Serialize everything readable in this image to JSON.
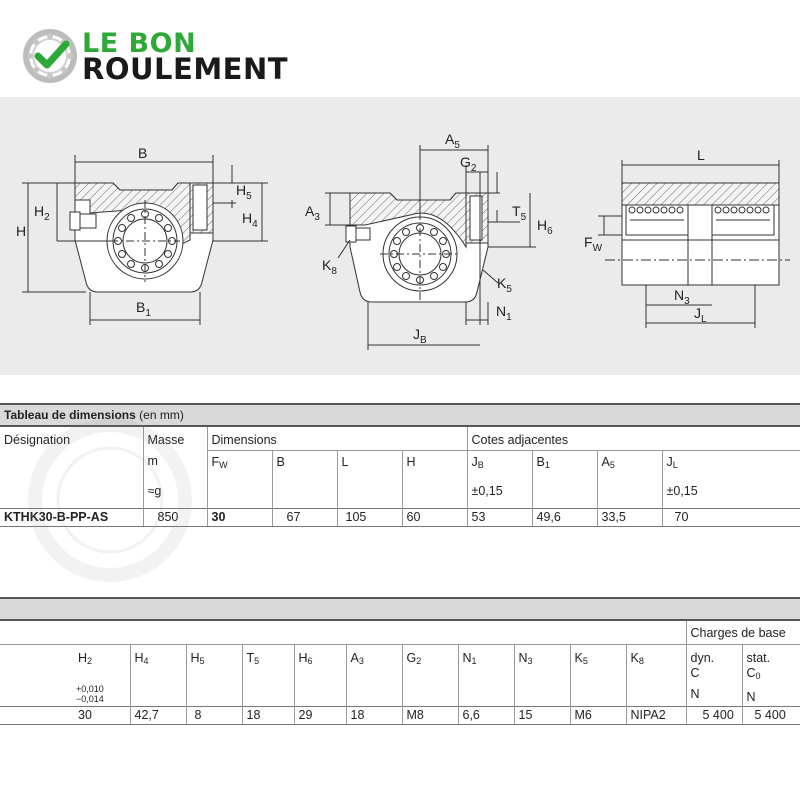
{
  "logo": {
    "line1": "LE BON",
    "line2": "ROULEMENT",
    "icon": "bearing-check-icon",
    "green": "#2ea836",
    "dark": "#1a1a1a"
  },
  "drawing_labels": {
    "B": "B",
    "B1": "B",
    "B1_sub": "1",
    "H": "H",
    "H2": "H",
    "H2_sub": "2",
    "H4": "H",
    "H4_sub": "4",
    "H5": "H",
    "H5_sub": "5",
    "A5": "A",
    "A5_sub": "5",
    "G2": "G",
    "G2_sub": "2",
    "A3": "A",
    "A3_sub": "3",
    "T5": "T",
    "T5_sub": "5",
    "H6": "H",
    "H6_sub": "6",
    "K8": "K",
    "K8_sub": "8",
    "K5": "K",
    "K5_sub": "5",
    "N1": "N",
    "N1_sub": "1",
    "JB": "J",
    "JB_sub": "B",
    "L": "L",
    "FW": "F",
    "FW_sub": "W",
    "N3": "N",
    "N3_sub": "3",
    "JL": "J",
    "JL_sub": "L"
  },
  "table1": {
    "title": "Tableau de dimensions",
    "title_unit": "(en mm)",
    "h_designation": "Désignation",
    "h_masse": "Masse",
    "h_masse_m": "m",
    "h_masse_unit": "≈g",
    "h_dimensions": "Dimensions",
    "h_cotes": "Cotes adjacentes",
    "cols": [
      {
        "main": "F",
        "sub": "W",
        "tol": ""
      },
      {
        "main": "B",
        "sub": "",
        "tol": ""
      },
      {
        "main": "L",
        "sub": "",
        "tol": ""
      },
      {
        "main": "H",
        "sub": "",
        "tol": ""
      },
      {
        "main": "J",
        "sub": "B",
        "tol": "±0,15"
      },
      {
        "main": "B",
        "sub": "1",
        "tol": ""
      },
      {
        "main": "A",
        "sub": "5",
        "tol": ""
      },
      {
        "main": "J",
        "sub": "L",
        "tol": "±0,15"
      }
    ],
    "row": {
      "designation": "KTHK30-B-PP-AS",
      "masse": "850",
      "values": [
        "30",
        "67",
        "105",
        "60",
        "53",
        "49,6",
        "33,5",
        "70"
      ]
    }
  },
  "table2": {
    "h_charges": "Charges de base",
    "cols": [
      {
        "main": "H",
        "sub": "2"
      },
      {
        "main": "H",
        "sub": "4"
      },
      {
        "main": "H",
        "sub": "5"
      },
      {
        "main": "T",
        "sub": "5"
      },
      {
        "main": "H",
        "sub": "6"
      },
      {
        "main": "A",
        "sub": "3"
      },
      {
        "main": "G",
        "sub": "2"
      },
      {
        "main": "N",
        "sub": "1"
      },
      {
        "main": "N",
        "sub": "3"
      },
      {
        "main": "K",
        "sub": "5"
      },
      {
        "main": "K",
        "sub": "8"
      }
    ],
    "h2_tol_plus": "+0,010",
    "h2_tol_minus": "−0,014",
    "dyn": "dyn.",
    "dyn_sym": "C",
    "dyn_unit": "N",
    "stat": "stat.",
    "stat_sym": "C",
    "stat_sub": "0",
    "stat_unit": "N",
    "values": [
      "30",
      "42,7",
      "8",
      "18",
      "29",
      "18",
      "M8",
      "6,6",
      "15",
      "M6",
      "NIPA2",
      "5 400",
      "5 400"
    ]
  }
}
